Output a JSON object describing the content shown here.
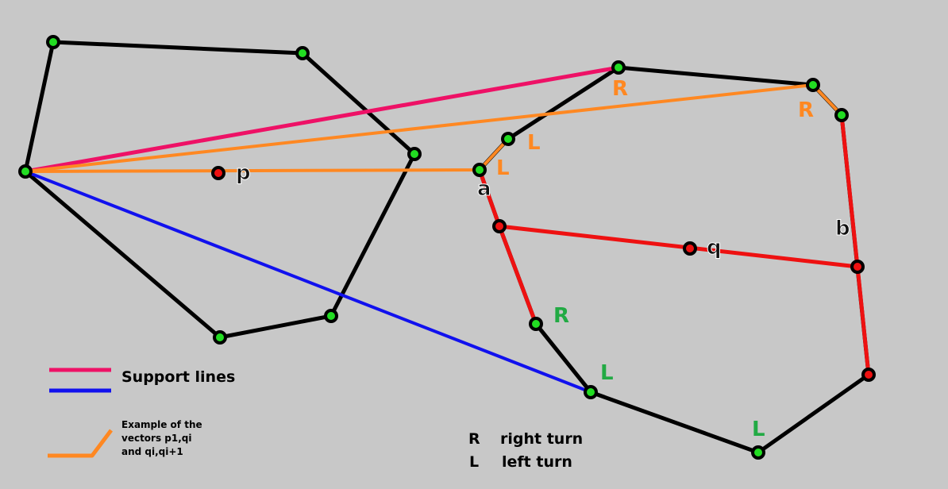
{
  "colors": {
    "background": "#c8c8c8",
    "hull_edge": "#000000",
    "vertex_fill": "#22dd22",
    "support_upper": "#ee1166",
    "support_lower": "#1111ee",
    "vector_example": "#ff8822",
    "chain": "#ee1111",
    "turn_orange": "#ff8822",
    "turn_green": "#22aa44"
  },
  "points": {
    "p": "p",
    "q": "q",
    "a": "a",
    "b": "b"
  },
  "turn_labels": {
    "r1": "R",
    "r2": "R",
    "l1": "L",
    "l2": "L",
    "r3": "R",
    "l3": "L",
    "l4": "L"
  },
  "legend": {
    "support_lines": "Support lines",
    "example_line1": "Example of the",
    "example_line2": "vectors p1,qi",
    "example_line3": "and qi,qi+1",
    "r_key": "R",
    "r_text": "right turn",
    "l_key": "L",
    "l_text": "left turn"
  }
}
